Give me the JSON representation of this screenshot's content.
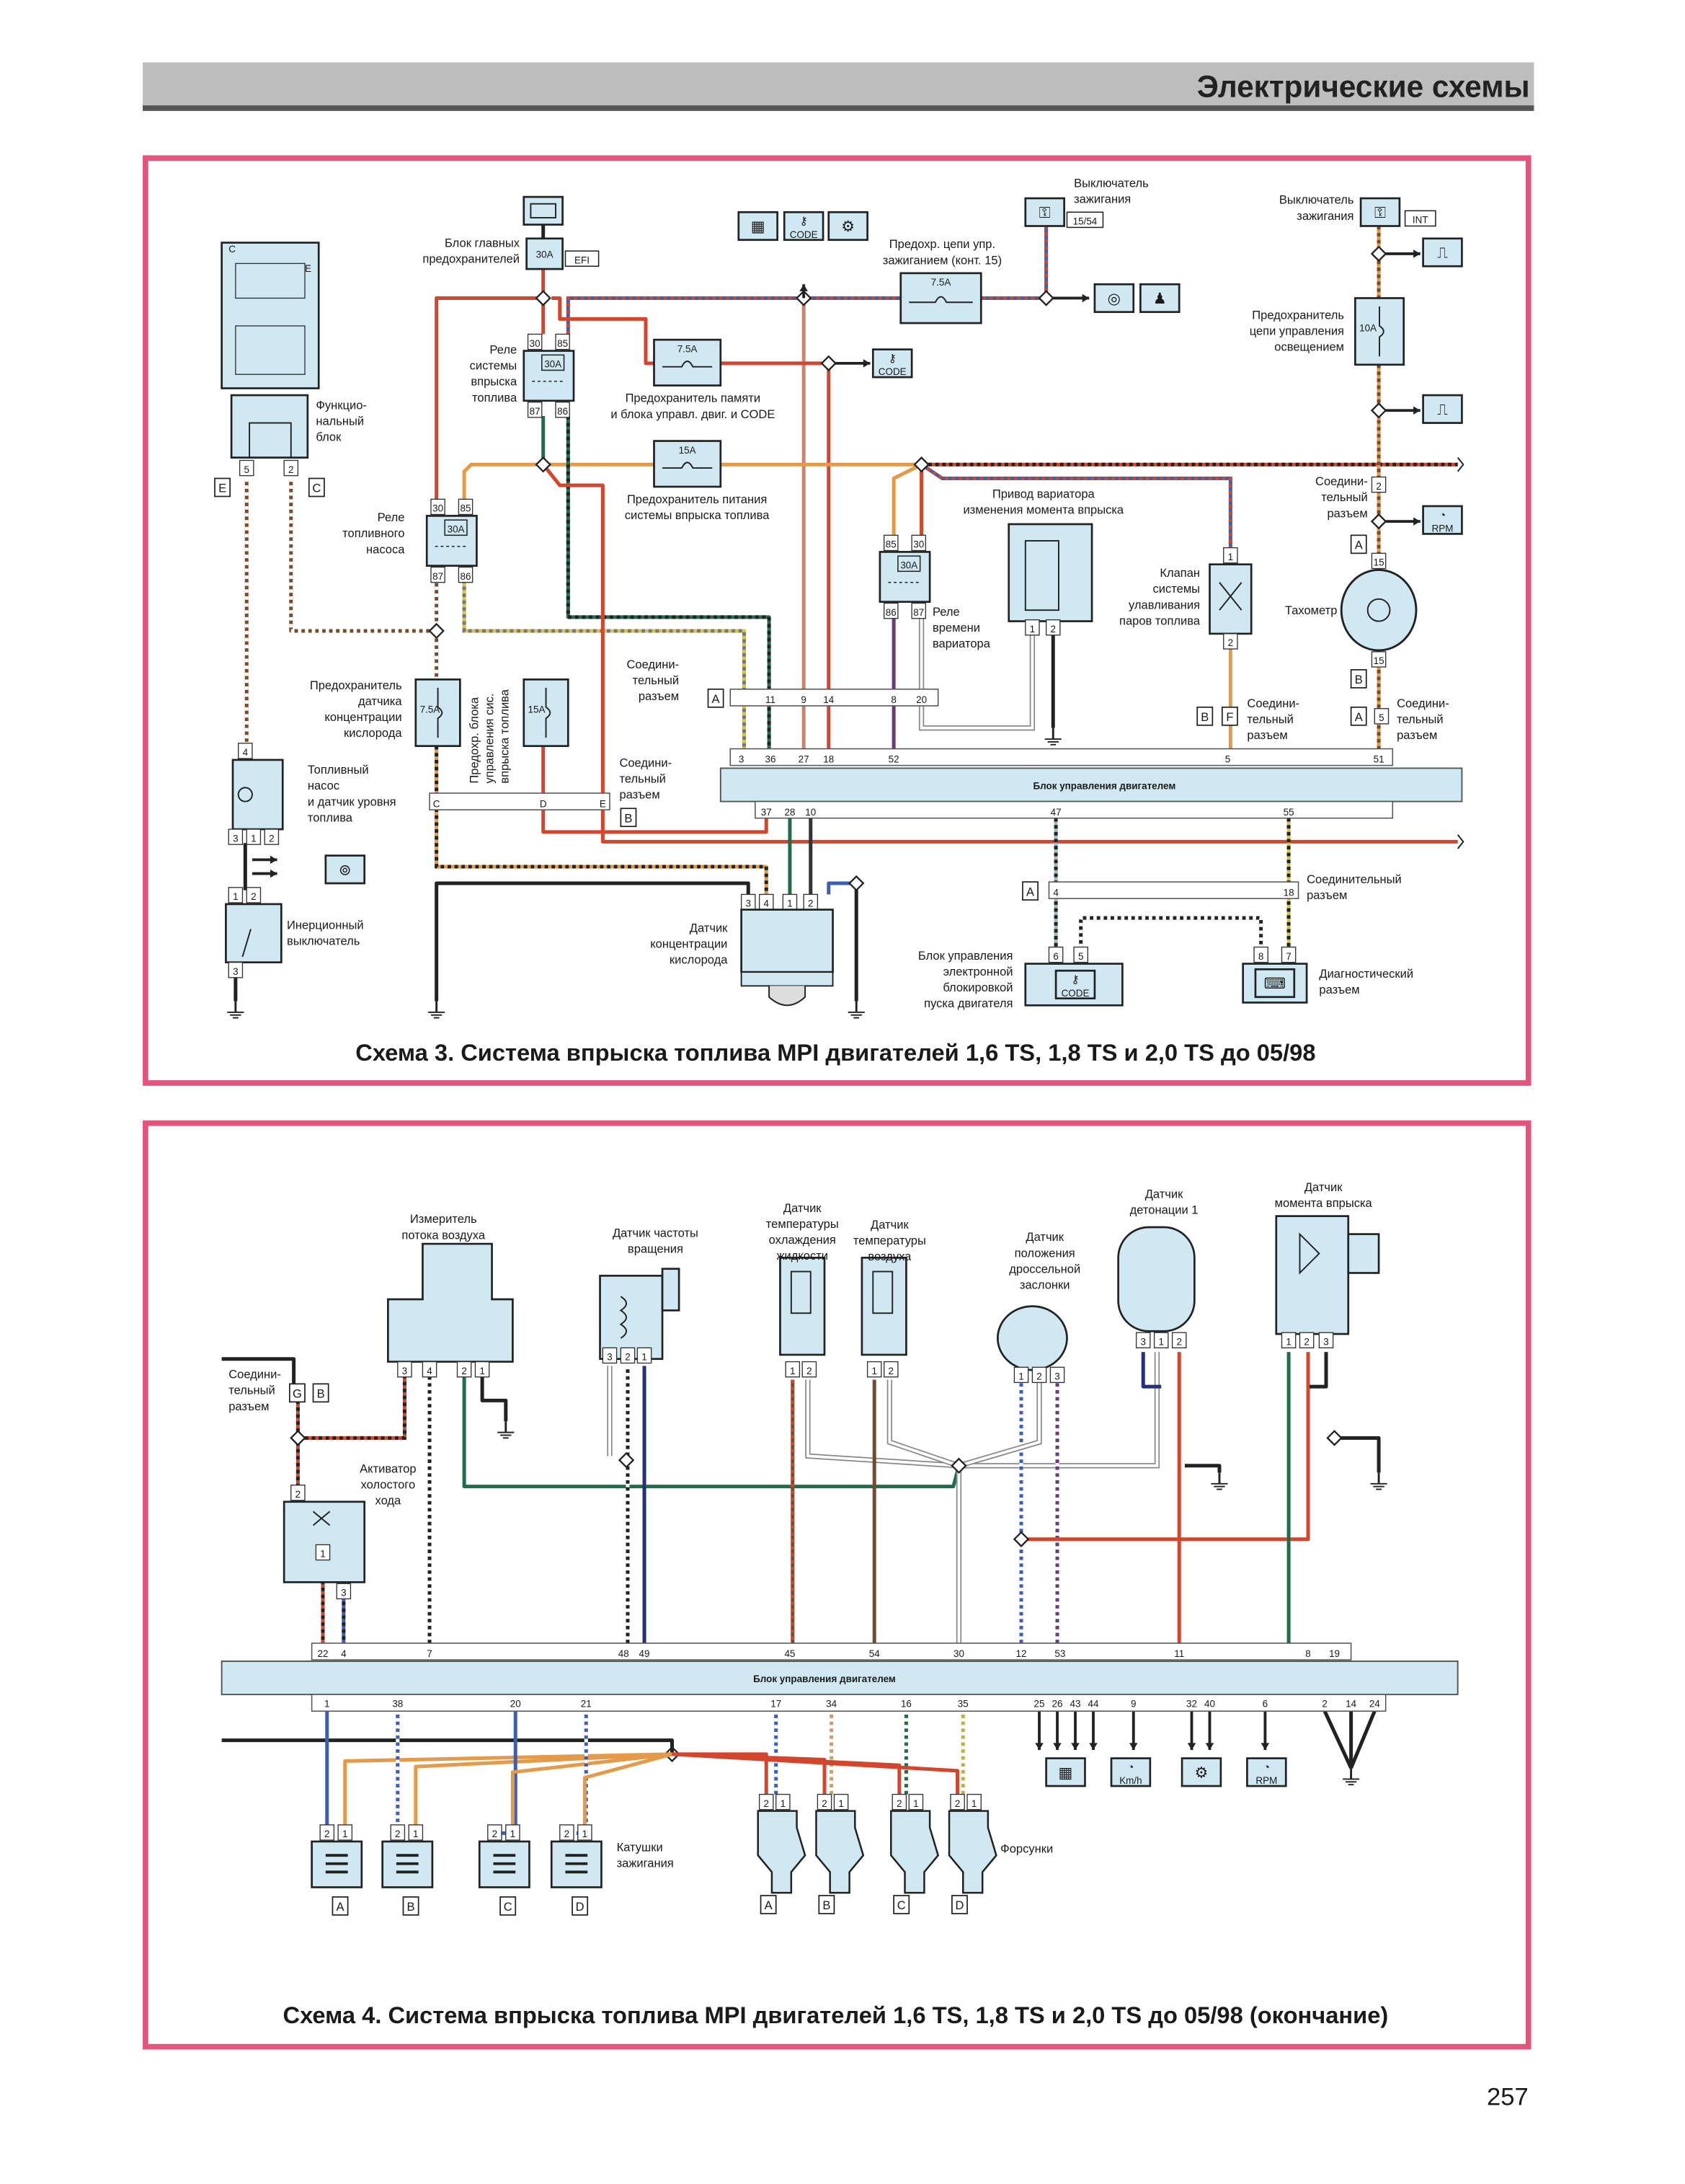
{
  "header": {
    "title": "Электрические схемы"
  },
  "page_number": "257",
  "colors": {
    "frame": "#e4557d",
    "component_fill": "#cfe8f2",
    "header_bar": "#b9b9b9",
    "wire_red": "#d4452d",
    "wire_orange": "#e49a48",
    "wire_green": "#1f6e4a",
    "wire_blue": "#3d5fb3"
  },
  "scheme3": {
    "caption": "Схема 3. Система впрыска топлива MPI двигателей 1,6 TS, 1,8 TS и 2,0 TS до 05/98",
    "labels": {
      "main_fuse_block": [
        "Блок главных",
        "предохранителей"
      ],
      "efi": "EFI",
      "functional_block": [
        "Функцио-",
        "нальный",
        "блок"
      ],
      "injection_relay": [
        "Реле",
        "системы",
        "впрыска",
        "топлива"
      ],
      "memory_fuse": [
        "Предохранитель памяти",
        "и блока управл. двиг. и CODE"
      ],
      "injection_power_fuse": [
        "Предохранитель питания",
        "системы впрыска топлива"
      ],
      "pump_relay": [
        "Реле",
        "топливного",
        "насоса"
      ],
      "o2_fuse": [
        "Предохранитель",
        "датчика",
        "концентрации",
        "кислорода"
      ],
      "ecu_fuse_vertical": [
        "Предохр. блока",
        "управления сис.",
        "впрыска топлива"
      ],
      "ignition_fuse": [
        "Предохр. цепи упр.",
        "зажиганием (конт. 15)"
      ],
      "ignition_switch_left": [
        "Выключатель",
        "зажигания"
      ],
      "terminal_15_54": "15/54",
      "ignition_switch_right": [
        "Выключатель",
        "зажигания"
      ],
      "int": "INT",
      "lighting_fuse": [
        "Предохранитель",
        "цепи управления",
        "освещением"
      ],
      "variator_actuator": [
        "Привод вариатора",
        "изменения момента впрыска"
      ],
      "variator_relay": [
        "Реле",
        "времени",
        "вариатора"
      ],
      "canister_valve": [
        "Клапан",
        "системы",
        "улавливания",
        "паров топлива"
      ],
      "tachometer": "Тахометр",
      "connector": [
        "Соедини-",
        "тельный",
        "разъем"
      ],
      "connector_single": [
        "Соединительный",
        "разъем"
      ],
      "fuel_pump": [
        "Топливный",
        "насос",
        "и датчик уровня",
        "топлива"
      ],
      "inertia_switch": [
        "Инерционный",
        "выключатель"
      ],
      "o2_sensor": [
        "Датчик",
        "концентрации",
        "кислорода"
      ],
      "immobilizer": [
        "Блок управления",
        "электронной",
        "блокировкой",
        "пуска двигателя"
      ],
      "diagnostic": [
        "Диагностический",
        "разъем"
      ],
      "ecu": "Блок управления двигателем"
    },
    "fuses": {
      "main": "30A",
      "memory": "7.5A",
      "injection_power": "15A",
      "ignition": "7.5A",
      "o2": "7.5A",
      "ecu": "15A",
      "lighting": "10A"
    },
    "relay_rating": "30A",
    "relay_pins": [
      "30",
      "85",
      "87",
      "86"
    ],
    "variator_relay_pins": [
      "85",
      "30",
      "86",
      "87"
    ],
    "connector_letters": {
      "a": "A",
      "b": "B",
      "c": "C",
      "d": "D",
      "e": "E",
      "f": "F"
    },
    "functional_block_pins": [
      "5",
      "2"
    ],
    "functional_block_marks": [
      "C",
      "E"
    ],
    "connector_a_pins": [
      "11",
      "9",
      "14",
      "8",
      "20"
    ],
    "ecu_top_pins": [
      "3",
      "36",
      "27",
      "18",
      "52",
      "5",
      "51"
    ],
    "ecu_bottom_pins": [
      "37",
      "28",
      "10",
      "47",
      "55"
    ],
    "connector_b_pins": [
      "C",
      "D",
      "E"
    ],
    "fuel_pump_pins": [
      "4",
      "3",
      "1",
      "2"
    ],
    "inertia_pins": [
      "1",
      "2",
      "3"
    ],
    "o2_pins": [
      "3",
      "4",
      "1",
      "2"
    ],
    "variator_pins": [
      "1",
      "2"
    ],
    "valve_pins": [
      "1",
      "2"
    ],
    "tacho_pins": [
      "15",
      "15"
    ],
    "conn_right_pins": [
      "2",
      "5"
    ],
    "bottom_conn_pins": [
      "4",
      "18"
    ],
    "immobilizer_pins": [
      "6",
      "5"
    ],
    "diagnostic_pins": [
      "8",
      "7"
    ],
    "icons": [
      "battery-icon",
      "instrument-cluster-icon",
      "immobilizer-key-icon",
      "engine-icon",
      "abs-icon",
      "airbag-icon",
      "key-code-icon",
      "ignition-switch-icon",
      "lamp-icon",
      "rpm-gauge-icon",
      "fuel-gauge-icon",
      "diagnostic-computer-icon"
    ],
    "icon_text": {
      "code": "CODE",
      "rpm": "RPM"
    }
  },
  "scheme4": {
    "caption": "Схема 4. Система впрыска топлива MPI двигателей 1,6 TS, 1,8 TS и 2,0 TS до 05/98 (окончание)",
    "labels": {
      "maf": [
        "Измеритель",
        "потока воздуха"
      ],
      "crank_sensor": [
        "Датчик частоты",
        "вращения"
      ],
      "coolant_sensor": [
        "Датчик",
        "температуры",
        "охлаждения",
        "жидкости"
      ],
      "air_temp_sensor": [
        "Датчик",
        "температуры",
        "воздуха"
      ],
      "tps": [
        "Датчик",
        "положения",
        "дроссельной",
        "заслонки"
      ],
      "knock_sensor": [
        "Датчик",
        "детонации 1"
      ],
      "timing_sensor": [
        "Датчик",
        "момента впрыска"
      ],
      "connector": [
        "Соедини-",
        "тельный",
        "разъем"
      ],
      "idle_actuator": [
        "Активатор",
        "холостого",
        "хода"
      ],
      "ecu": "Блок управления двигателем",
      "coils": [
        "Катушки",
        "зажигания"
      ],
      "injectors": "Форсунки"
    },
    "connector_letters": [
      "G",
      "B"
    ],
    "maf_pins": [
      "3",
      "4",
      "2",
      "1"
    ],
    "crank_pins": [
      "3",
      "2",
      "1"
    ],
    "coolant_pins": [
      "1",
      "2"
    ],
    "air_temp_pins": [
      "1",
      "2"
    ],
    "tps_pins": [
      "1",
      "2",
      "3"
    ],
    "knock_pins": [
      "3",
      "1",
      "2"
    ],
    "timing_pins": [
      "1",
      "2",
      "3"
    ],
    "idle_pins": [
      "2",
      "1",
      "3"
    ],
    "ecu_top_pins": [
      "22",
      "4",
      "7",
      "48",
      "49",
      "45",
      "54",
      "30",
      "12",
      "53",
      "11",
      "8",
      "19"
    ],
    "ecu_bottom_pins": [
      "1",
      "38",
      "20",
      "21",
      "17",
      "34",
      "16",
      "35",
      "25",
      "26",
      "43",
      "44",
      "9",
      "32",
      "40",
      "6",
      "2",
      "14",
      "24"
    ],
    "cylinders": [
      "A",
      "B",
      "C",
      "D"
    ],
    "component_pins": [
      "2",
      "1"
    ],
    "icon_text": {
      "speed": "Km/h",
      "rpm": "RPM"
    },
    "icons": [
      "instrument-cluster-icon",
      "speedometer-icon",
      "engine-icon",
      "rpm-gauge-icon"
    ]
  }
}
